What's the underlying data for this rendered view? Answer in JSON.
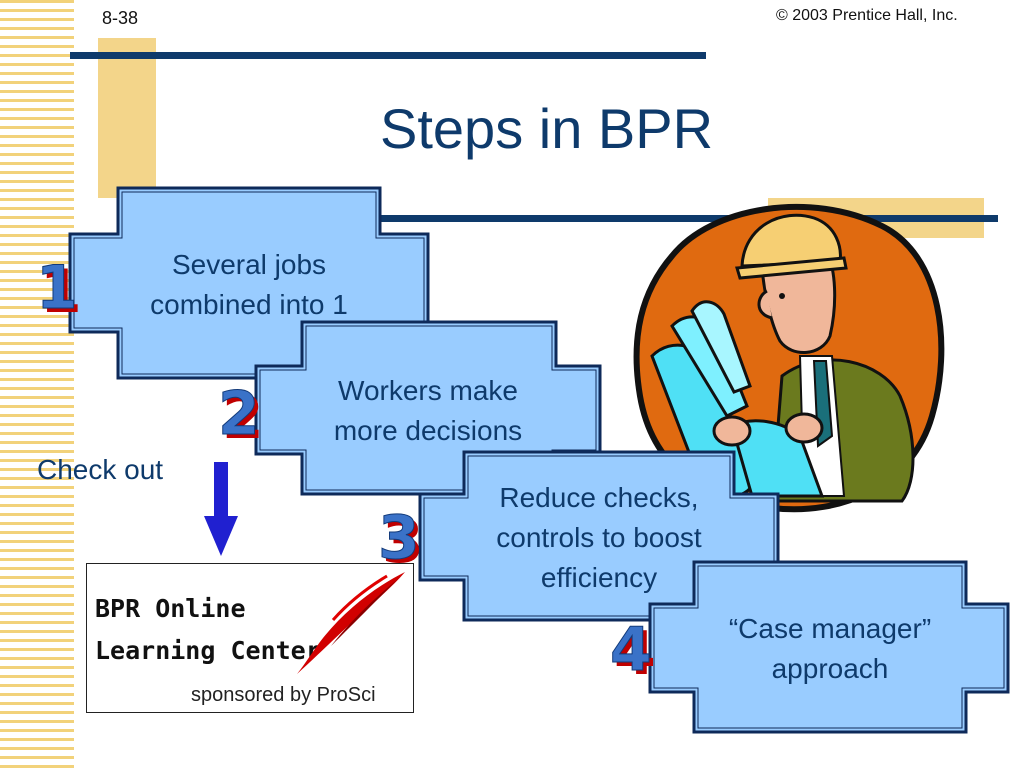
{
  "slide_number": "8-38",
  "copyright": "© 2003 Prentice Hall, Inc.",
  "title": "Steps in BPR",
  "check_out": "Check out",
  "steps": [
    {
      "number": "1",
      "text": "Several jobs\ncombined into 1"
    },
    {
      "number": "2",
      "text": "Workers make\nmore decisions"
    },
    {
      "number": "3",
      "text": "Reduce checks,\ncontrols to boost\nefficiency"
    },
    {
      "number": "4",
      "text": "“Case manager”\napproach"
    }
  ],
  "bpr_banner": {
    "line1": "BPR Online",
    "line2": "Learning Center",
    "sponsor": "sponsored by ProSci"
  },
  "colors": {
    "title_blue": "#0e3a6b",
    "box_fill": "#99ccff",
    "stripe_gold": "#f2d27a",
    "arrow_blue": "#2020d0"
  },
  "icons": [
    "engineer-clipart",
    "down-arrow-icon",
    "red-swoosh-logo"
  ]
}
